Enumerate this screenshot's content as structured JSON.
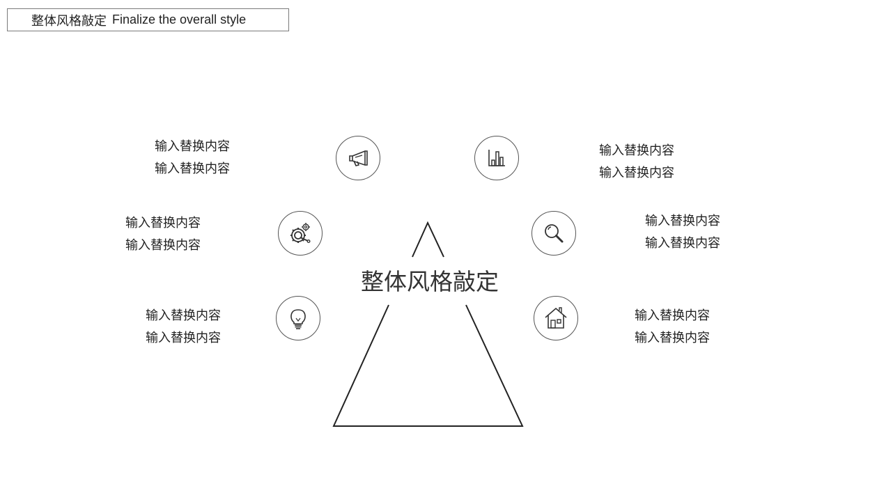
{
  "header": {
    "title_cn": "整体风格敲定",
    "title_en": "Finalize the overall style"
  },
  "diagram": {
    "center_title": "整体风格敲定",
    "items": [
      {
        "icon": "megaphone-icon",
        "line1": "输入替换内容",
        "line2": "输入替换内容"
      },
      {
        "icon": "bar-chart-icon",
        "line1": "输入替换内容",
        "line2": "输入替换内容"
      },
      {
        "icon": "gears-icon",
        "line1": "输入替换内容",
        "line2": "输入替换内容"
      },
      {
        "icon": "magnifier-icon",
        "line1": "输入替换内容",
        "line2": "输入替换内容"
      },
      {
        "icon": "lightbulb-icon",
        "line1": "输入替换内容",
        "line2": "输入替换内容"
      },
      {
        "icon": "house-icon",
        "line1": "输入替换内容",
        "line2": "输入替换内容"
      }
    ]
  }
}
